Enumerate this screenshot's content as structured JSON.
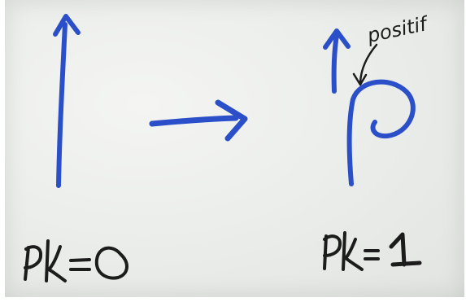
{
  "photo": {
    "ink_color": "#2a4fc9",
    "marker_color": "#1c1c1c"
  },
  "labels": {
    "left": "Pk = 0",
    "right": "Pk = 1",
    "annotation": "positif"
  }
}
